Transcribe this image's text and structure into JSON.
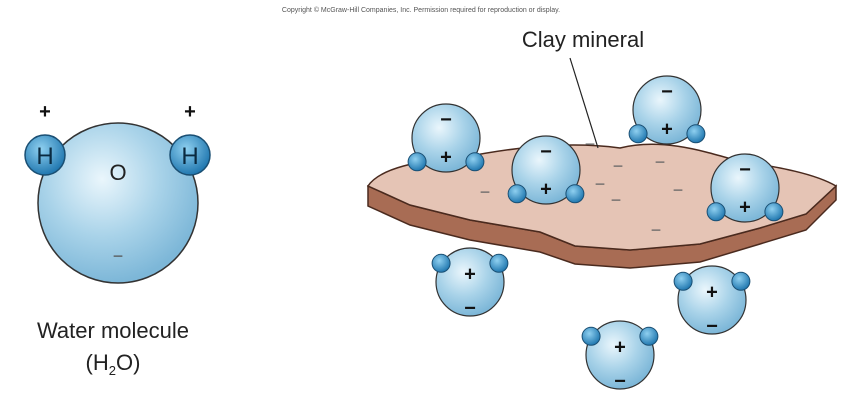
{
  "copyright": "Copyright © McGraw-Hill Companies, Inc. Permission required for reproduction or display.",
  "clay_label": "Clay mineral",
  "water_label": "Water molecule",
  "formula": {
    "pre": "(H",
    "sub": "2",
    "post": "O)"
  },
  "molecule": {
    "hydrogen_symbol": "H",
    "oxygen_symbol": "O",
    "plus": "+",
    "minus": "−"
  },
  "colors": {
    "molecule_fill": "#9ecbe3",
    "molecule_light": "#e6f4fb",
    "hydrogen_fill": "#2f8fc7",
    "clay_top": "#e3bfb0",
    "clay_side": "#9c5f47"
  }
}
